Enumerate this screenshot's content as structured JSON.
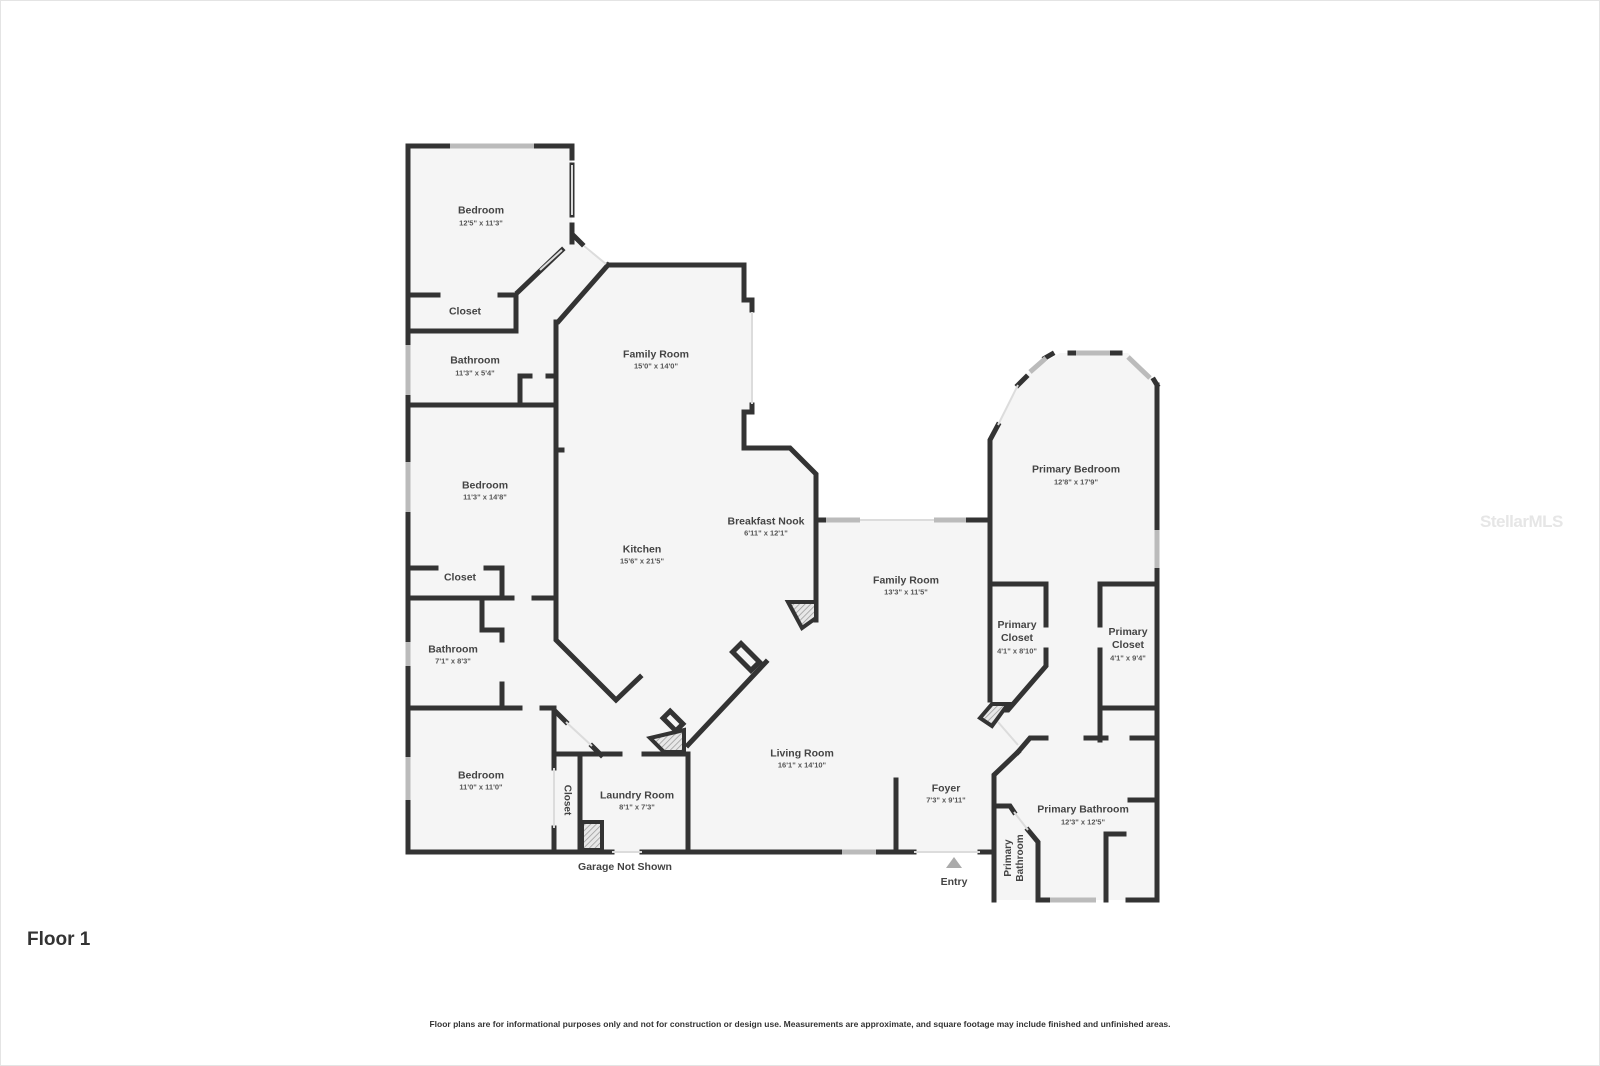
{
  "floor_label": "Floor 1",
  "watermark": "StellarMLS",
  "footer_disclaimer": "Floor plans are for informational purposes only and not for construction or design use. Measurements are approximate, and square footage may include finished and unfinished areas.",
  "notes": {
    "garage": "Garage Not Shown",
    "entry": "Entry"
  },
  "rooms": [
    {
      "name": "Bedroom",
      "dims": "12'5\" x 11'3\""
    },
    {
      "name": "Closet",
      "dims": ""
    },
    {
      "name": "Bathroom",
      "dims": "11'3\" x 5'4\""
    },
    {
      "name": "Family Room",
      "dims": "15'0\" x 14'0\""
    },
    {
      "name": "Bedroom",
      "dims": "11'3\" x 14'8\""
    },
    {
      "name": "Kitchen",
      "dims": "15'6\" x 21'5\""
    },
    {
      "name": "Breakfast Nook",
      "dims": "6'11\" x 12'1\""
    },
    {
      "name": "Closet",
      "dims": ""
    },
    {
      "name": "Bathroom",
      "dims": "7'1\" x 8'3\""
    },
    {
      "name": "Family Room",
      "dims": "13'3\" x 11'5\""
    },
    {
      "name": "Bedroom",
      "dims": "11'0\" x 11'0\""
    },
    {
      "name": "Closet",
      "dims": ""
    },
    {
      "name": "Laundry Room",
      "dims": "8'1\" x 7'3\""
    },
    {
      "name": "Living Room",
      "dims": "16'1\" x 14'10\""
    },
    {
      "name": "Foyer",
      "dims": "7'3\" x 9'11\""
    },
    {
      "name": "Primary Bedroom",
      "dims": "12'8\" x 17'9\""
    },
    {
      "name": "Primary Closet",
      "dims": "4'1\" x 8'10\""
    },
    {
      "name": "Primary Closet",
      "dims": "4'1\" x 9'4\""
    },
    {
      "name": "Primary Bathroom",
      "dims": "12'3\" x 12'5\""
    },
    {
      "name": "Primary Bathroom",
      "dims": ""
    }
  ]
}
